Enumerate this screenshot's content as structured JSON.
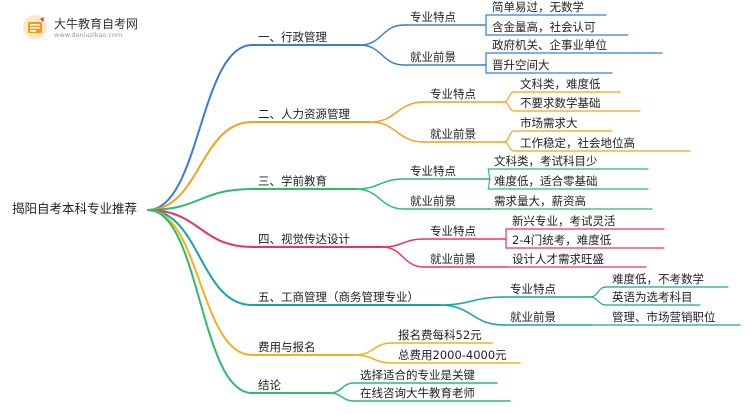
{
  "brand": {
    "name": "大牛教育自考网",
    "url": "www.daniuzikao.com"
  },
  "colors": {
    "blue": "#3a7bd5",
    "orange": "#f2a21b",
    "green": "#2dbb6e",
    "pink": "#e8336a",
    "teal": "#1aa3a3",
    "gold": "#f0b21d",
    "logo_orange": "#f39a1e"
  },
  "mindmap": {
    "root": "揭阳自考本科专业推荐",
    "branches": [
      {
        "label": "一、行政管理",
        "color": "blue",
        "children": [
          {
            "label": "专业特点",
            "children": [
              "简单易过，无数学",
              "含金量高，社会认可"
            ]
          },
          {
            "label": "就业前景",
            "children": [
              "政府机关、企事业单位",
              "晋升空间大"
            ]
          }
        ]
      },
      {
        "label": "二、人力资源管理",
        "color": "orange",
        "children": [
          {
            "label": "专业特点",
            "children": [
              "文科类，难度低",
              "不要求数学基础"
            ]
          },
          {
            "label": "就业前景",
            "children": [
              "市场需求大",
              "工作稳定，社会地位高"
            ]
          }
        ]
      },
      {
        "label": "三、学前教育",
        "color": "green",
        "children": [
          {
            "label": "专业特点",
            "children": [
              "文科类，考试科目少",
              "难度低，适合零基础"
            ]
          },
          {
            "label": "就业前景",
            "children": [
              "需求量大，薪资高"
            ]
          }
        ]
      },
      {
        "label": "四、视觉传达设计",
        "color": "pink",
        "children": [
          {
            "label": "专业特点",
            "children": [
              "新兴专业，考试灵活",
              "2-4门统考，难度低"
            ]
          },
          {
            "label": "就业前景",
            "children": [
              "设计人才需求旺盛"
            ]
          }
        ]
      },
      {
        "label": "五、工商管理（商务管理专业）",
        "color": "teal",
        "children": [
          {
            "label": "专业特点",
            "children": [
              "难度低，不考数学",
              "英语为选考科目"
            ]
          },
          {
            "label": "就业前景",
            "children": [
              "管理、市场营销职位"
            ]
          }
        ]
      },
      {
        "label": "费用与报名",
        "color": "gold",
        "children": [
          {
            "label": "报名费每科52元",
            "children": []
          },
          {
            "label": "总费用2000-4000元",
            "children": []
          }
        ]
      },
      {
        "label": "结论",
        "color": "green",
        "children": [
          {
            "label": "选择适合的专业是关键",
            "children": []
          },
          {
            "label": "在线咨询大牛教育老师",
            "children": []
          }
        ]
      }
    ]
  }
}
